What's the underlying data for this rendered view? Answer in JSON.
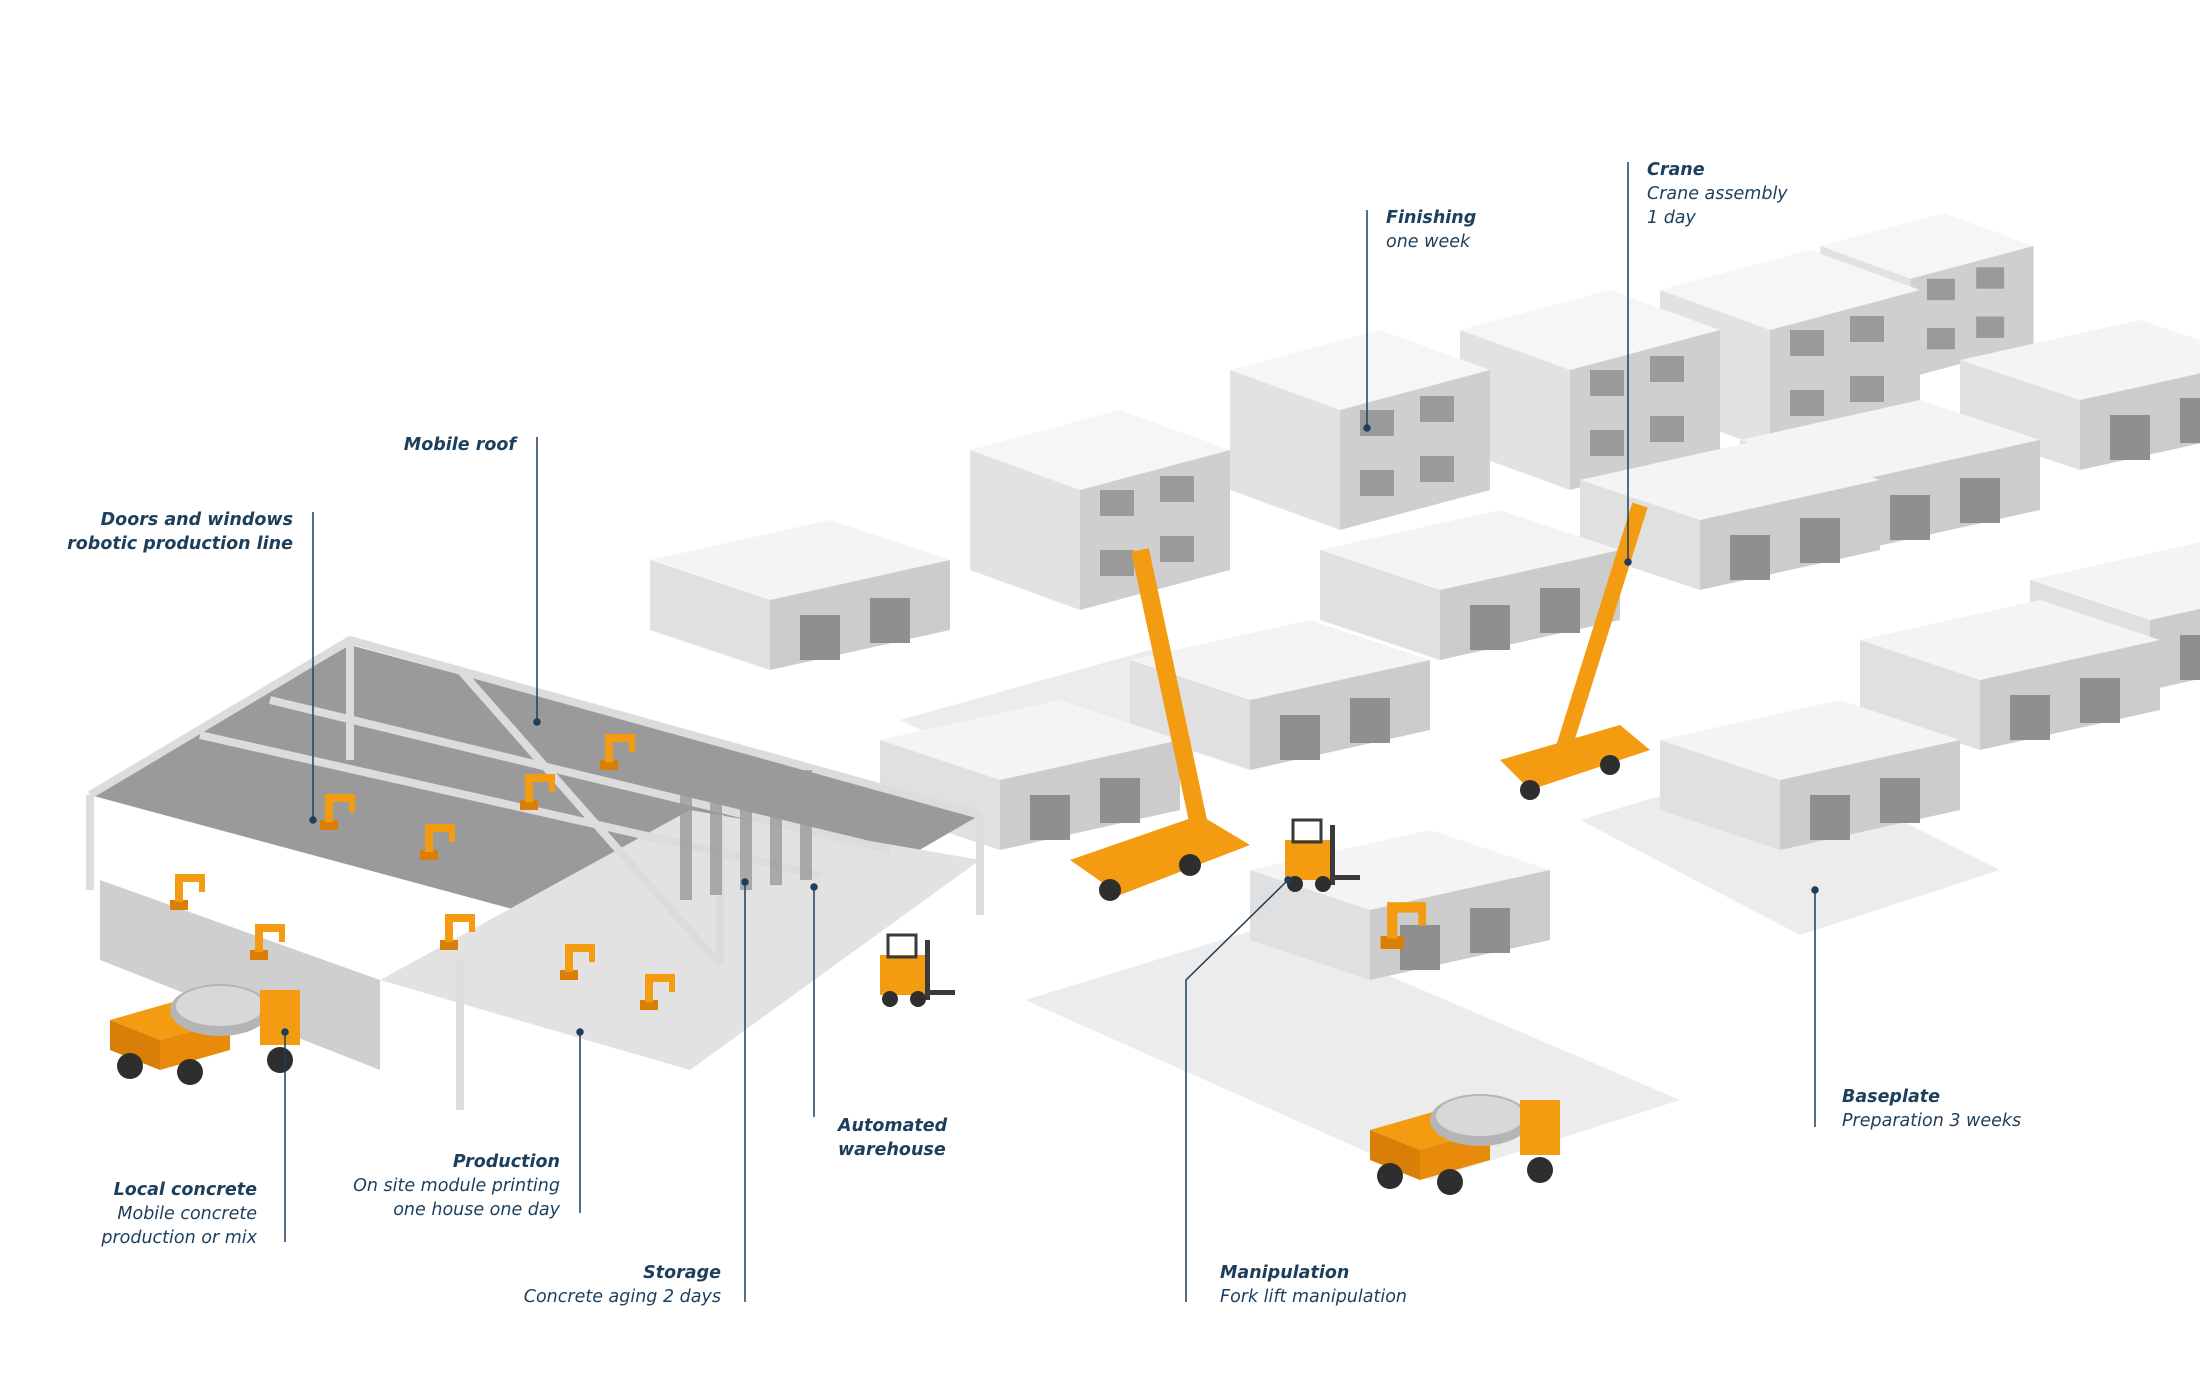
{
  "labels": {
    "mobile_roof": {
      "title": "Mobile roof"
    },
    "doors_windows": {
      "title": "Doors and windows",
      "line2": "robotic production line"
    },
    "finishing": {
      "title": "Finishing",
      "desc": "one week"
    },
    "crane": {
      "title": "Crane",
      "desc1": "Crane assembly",
      "desc2": "1 day"
    },
    "local_concrete": {
      "title": "Local concrete",
      "desc1": "Mobile concrete",
      "desc2": "production or mix"
    },
    "production": {
      "title": "Production",
      "desc1": "On site module printing",
      "desc2": "one house one day"
    },
    "storage": {
      "title": "Storage",
      "desc": "Concrete aging 2 days"
    },
    "warehouse": {
      "title": "Automated",
      "line2": "warehouse"
    },
    "manipulation": {
      "title": "Manipulation",
      "desc": "Fork lift manipulation"
    },
    "baseplate": {
      "title": "Baseplate",
      "desc": "Preparation 3 weeks"
    }
  },
  "colors": {
    "label_text": "#1d3f5c",
    "leader_line": "#1d3f5c",
    "machinery": "#f29a0e",
    "building_light": "#f3f3f3",
    "building_mid": "#dcdcdc",
    "building_dark": "#b9b9b9",
    "slab": "#ececec"
  }
}
